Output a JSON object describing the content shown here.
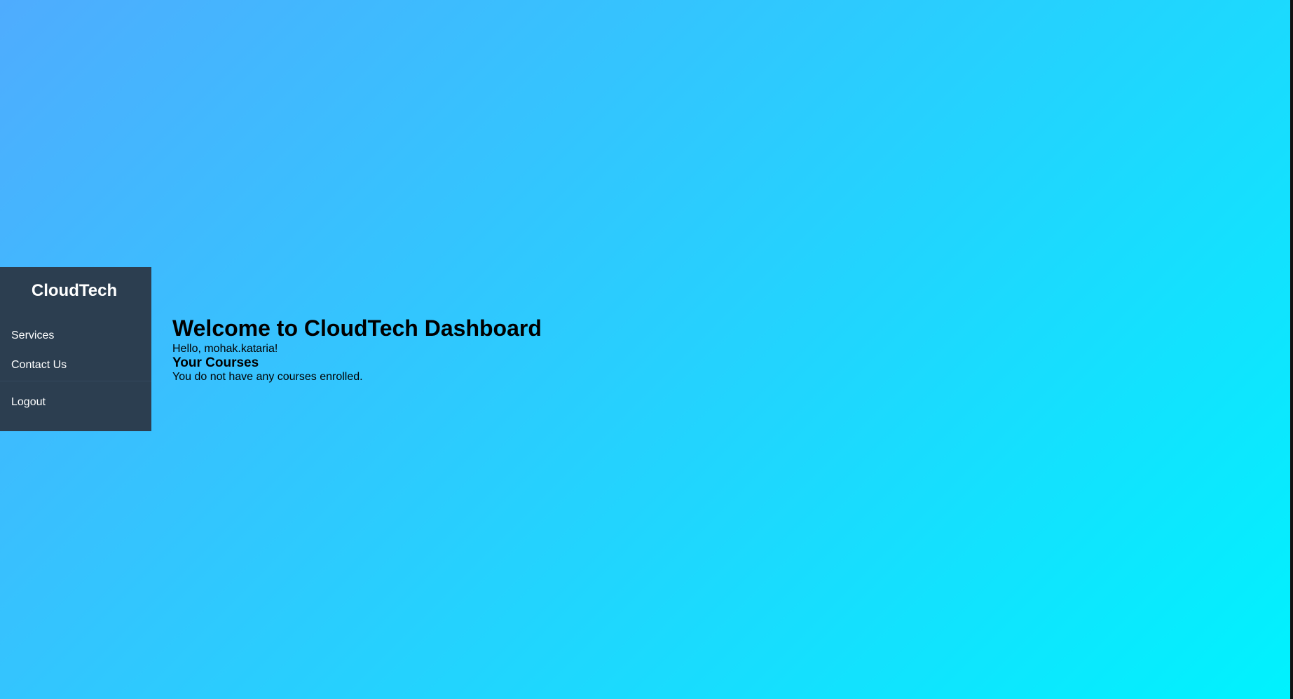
{
  "sidebar": {
    "brand": "CloudTech",
    "items": [
      {
        "label": "Services"
      },
      {
        "label": "Contact Us"
      }
    ],
    "logout_label": "Logout"
  },
  "main": {
    "title": "Welcome to CloudTech Dashboard",
    "greeting": "Hello, mohak.kataria!",
    "courses_heading": "Your Courses",
    "courses_empty": "You do not have any courses enrolled."
  },
  "colors": {
    "gradient_start": "#4facfe",
    "gradient_end": "#00f2fe",
    "sidebar_bg": "#2c3e50",
    "sidebar_text": "#ffffff"
  }
}
